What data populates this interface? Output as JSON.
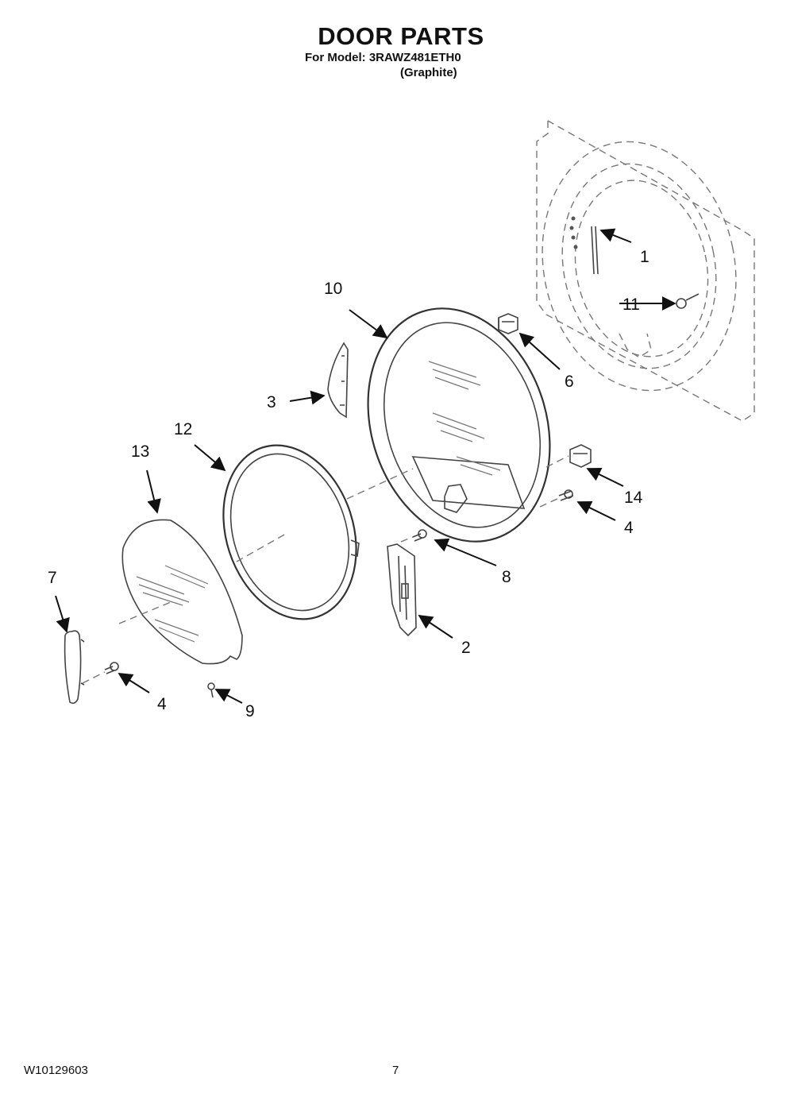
{
  "header": {
    "title": "DOOR PARTS",
    "model_line": "For Model: 3RAWZ481ETH0",
    "color_note": "(Graphite)"
  },
  "callouts": {
    "c1": "1",
    "c2": "2",
    "c3": "3",
    "c4a": "4",
    "c4b": "4",
    "c6": "6",
    "c7": "7",
    "c8": "8",
    "c9": "9",
    "c10": "10",
    "c11": "11",
    "c12": "12",
    "c13": "13",
    "c14": "14"
  },
  "footer": {
    "doc_number": "W10129603",
    "page_number": "7"
  }
}
